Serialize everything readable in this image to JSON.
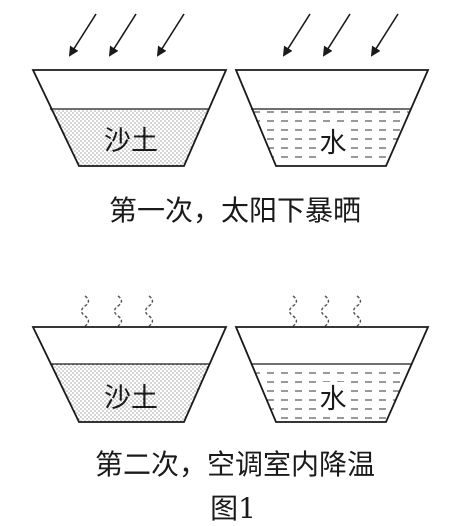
{
  "scene1": {
    "left_label": "沙土",
    "right_label": "水",
    "caption": "第一次，太阳下暴晒"
  },
  "scene2": {
    "left_label": "沙土",
    "right_label": "水",
    "caption": "第二次，空调室内降温"
  },
  "figure_label": "图1",
  "colors": {
    "ink": "#1a1a1a",
    "background": "#ffffff"
  },
  "icons": [
    "sunlight-arrow-icon",
    "heat-wave-icon"
  ]
}
